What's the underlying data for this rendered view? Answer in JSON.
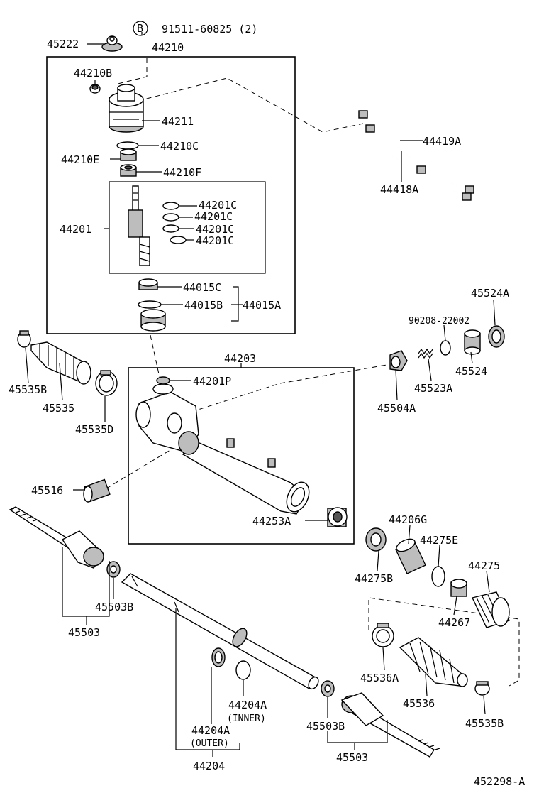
{
  "diagram": {
    "ref_badge": "B",
    "code": "452298-A",
    "labels": {
      "p91511": "91511-60825 (2)",
      "p45222": "45222",
      "p44210": "44210",
      "p44210B": "44210B",
      "p44211": "44211",
      "p44210C": "44210C",
      "p44210E": "44210E",
      "p44210F": "44210F",
      "p44201": "44201",
      "p44201C_1": "44201C",
      "p44201C_2": "44201C",
      "p44201C_3": "44201C",
      "p44201C_4": "44201C",
      "p44015C": "44015C",
      "p44015B": "44015B",
      "p44015A": "44015A",
      "p44419A": "44419A",
      "p44418A": "44418A",
      "p45524A": "45524A",
      "p90208": "90208-22002",
      "p45524": "45524",
      "p45523A": "45523A",
      "p45504A": "45504A",
      "p44203": "44203",
      "p44201P": "44201P",
      "p45535B_left": "45535B",
      "p45535": "45535",
      "p45535D": "45535D",
      "p45516": "45516",
      "p44253A": "44253A",
      "p44206G": "44206G",
      "p44275E": "44275E",
      "p44275B": "44275B",
      "p44275": "44275",
      "p44267": "44267",
      "p45503B_left": "45503B",
      "p45503_left": "45503",
      "p44204A_inner": "44204A",
      "inner_note": "(INNER)",
      "p44204A_outer": "44204A",
      "outer_note": "(OUTER)",
      "p44204": "44204",
      "p45503B_right": "45503B",
      "p45503_right": "45503",
      "p45536A": "45536A",
      "p45536": "45536",
      "p45535B_right": "45535B"
    }
  }
}
